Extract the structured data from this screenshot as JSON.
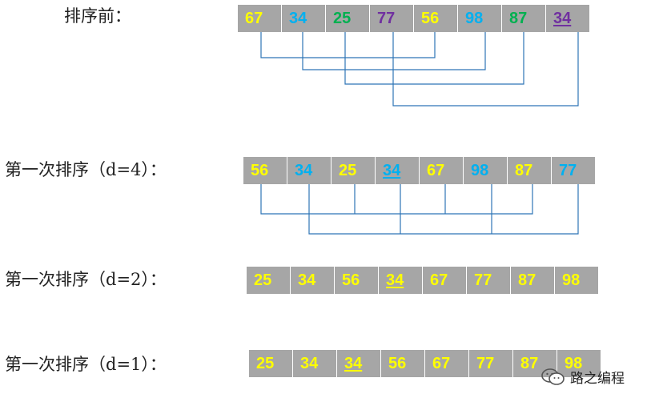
{
  "colors": {
    "yellow": "#ffff00",
    "blue": "#00b0f0",
    "green": "#00b050",
    "purple": "#7030a0",
    "cell_bg": "#a6a6a6",
    "line": "#2e75b6"
  },
  "rows": [
    {
      "label": "排序前：",
      "cells": [
        {
          "value": "67",
          "color": "yellow",
          "underline": false
        },
        {
          "value": "34",
          "color": "blue",
          "underline": false
        },
        {
          "value": "25",
          "color": "green",
          "underline": false
        },
        {
          "value": "77",
          "color": "purple",
          "underline": false
        },
        {
          "value": "56",
          "color": "yellow",
          "underline": false
        },
        {
          "value": "98",
          "color": "blue",
          "underline": false
        },
        {
          "value": "87",
          "color": "green",
          "underline": false
        },
        {
          "value": "34",
          "color": "purple",
          "underline": true
        }
      ]
    },
    {
      "label": "第一次排序（d=4）：",
      "cells": [
        {
          "value": "56",
          "color": "yellow",
          "underline": false
        },
        {
          "value": "34",
          "color": "blue",
          "underline": false
        },
        {
          "value": "25",
          "color": "yellow",
          "underline": false
        },
        {
          "value": "34",
          "color": "blue",
          "underline": true
        },
        {
          "value": "67",
          "color": "yellow",
          "underline": false
        },
        {
          "value": "98",
          "color": "blue",
          "underline": false
        },
        {
          "value": "87",
          "color": "yellow",
          "underline": false
        },
        {
          "value": "77",
          "color": "blue",
          "underline": false
        }
      ]
    },
    {
      "label": "第一次排序（d=2）：",
      "cells": [
        {
          "value": "25",
          "color": "yellow",
          "underline": false
        },
        {
          "value": "34",
          "color": "yellow",
          "underline": false
        },
        {
          "value": "56",
          "color": "yellow",
          "underline": false
        },
        {
          "value": "34",
          "color": "yellow",
          "underline": true
        },
        {
          "value": "67",
          "color": "yellow",
          "underline": false
        },
        {
          "value": "77",
          "color": "yellow",
          "underline": false
        },
        {
          "value": "87",
          "color": "yellow",
          "underline": false
        },
        {
          "value": "98",
          "color": "yellow",
          "underline": false
        }
      ]
    },
    {
      "label": "第一次排序（d=1）：",
      "cells": [
        {
          "value": "25",
          "color": "yellow",
          "underline": false
        },
        {
          "value": "34",
          "color": "yellow",
          "underline": false
        },
        {
          "value": "34",
          "color": "yellow",
          "underline": true
        },
        {
          "value": "56",
          "color": "yellow",
          "underline": false
        },
        {
          "value": "67",
          "color": "yellow",
          "underline": false
        },
        {
          "value": "77",
          "color": "yellow",
          "underline": false
        },
        {
          "value": "87",
          "color": "yellow",
          "underline": false
        },
        {
          "value": "98",
          "color": "yellow",
          "underline": false
        }
      ]
    }
  ],
  "watermark": {
    "text": "路之编程",
    "icon": "wechat-icon"
  }
}
